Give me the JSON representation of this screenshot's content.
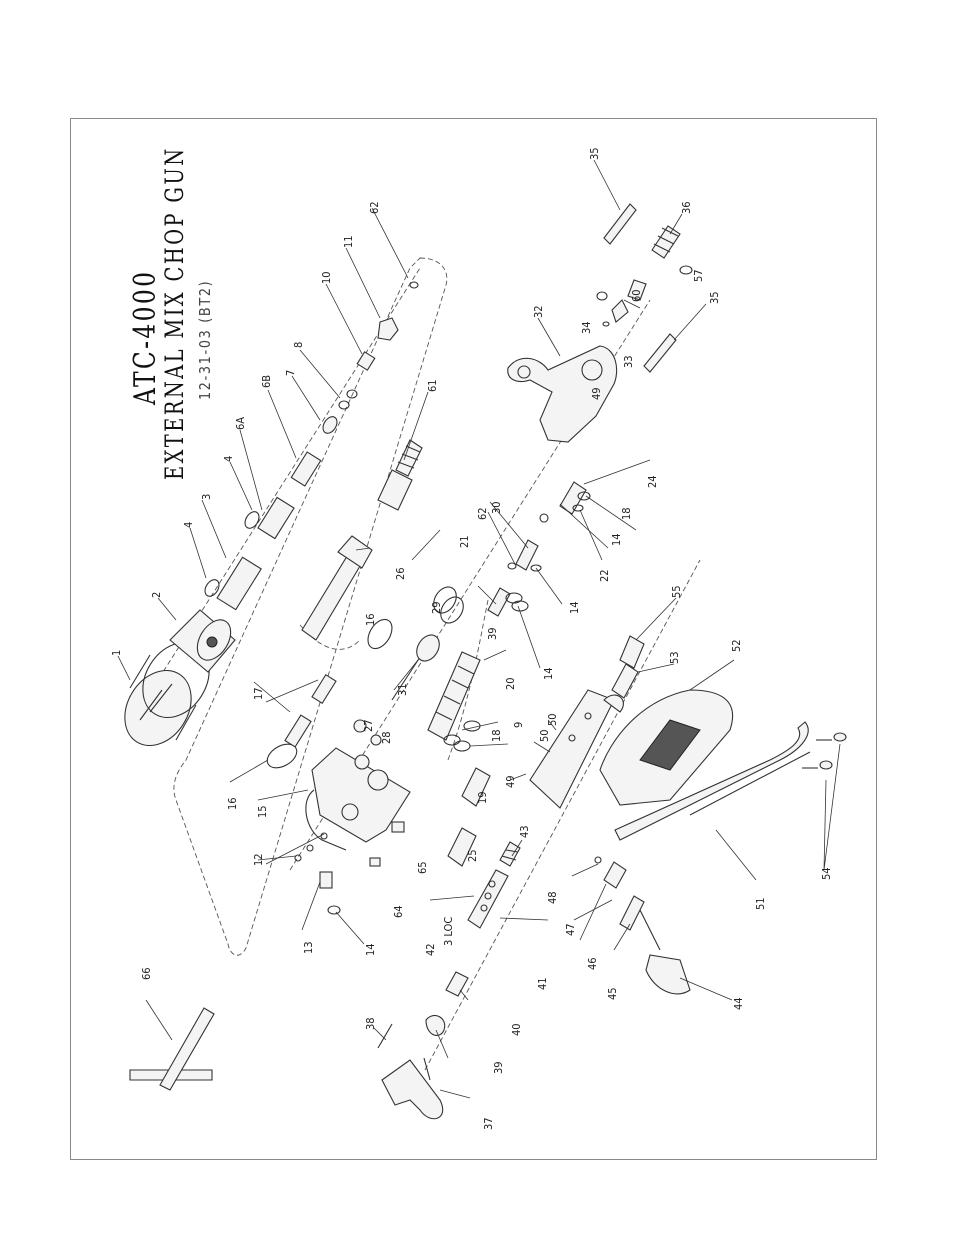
{
  "title": {
    "model": "ATC-4000",
    "name": "EXTERNAL MIX CHOP GUN",
    "date_rev": "12-31-03 (BT2)"
  },
  "callouts": [
    {
      "id": "c1",
      "text": "1"
    },
    {
      "id": "c2",
      "text": "2"
    },
    {
      "id": "c3",
      "text": "3"
    },
    {
      "id": "c4a",
      "text": "4"
    },
    {
      "id": "c4b",
      "text": "4"
    },
    {
      "id": "c6a",
      "text": "6A"
    },
    {
      "id": "c6b",
      "text": "6B"
    },
    {
      "id": "c7",
      "text": "7"
    },
    {
      "id": "c8",
      "text": "8"
    },
    {
      "id": "c9",
      "text": "9"
    },
    {
      "id": "c10",
      "text": "10"
    },
    {
      "id": "c11",
      "text": "11"
    },
    {
      "id": "c12",
      "text": "12"
    },
    {
      "id": "c13",
      "text": "13"
    },
    {
      "id": "c14a",
      "text": "14"
    },
    {
      "id": "c14b",
      "text": "14"
    },
    {
      "id": "c14c",
      "text": "14"
    },
    {
      "id": "c14d",
      "text": "14"
    },
    {
      "id": "c15",
      "text": "15"
    },
    {
      "id": "c16a",
      "text": "16"
    },
    {
      "id": "c16b",
      "text": "16"
    },
    {
      "id": "c17",
      "text": "17"
    },
    {
      "id": "c18a",
      "text": "18"
    },
    {
      "id": "c18b",
      "text": "18"
    },
    {
      "id": "c19",
      "text": "19"
    },
    {
      "id": "c20",
      "text": "20"
    },
    {
      "id": "c21",
      "text": "21"
    },
    {
      "id": "c22",
      "text": "22"
    },
    {
      "id": "c24",
      "text": "24"
    },
    {
      "id": "c25",
      "text": "25"
    },
    {
      "id": "c26",
      "text": "26"
    },
    {
      "id": "c27",
      "text": "27"
    },
    {
      "id": "c28",
      "text": "28"
    },
    {
      "id": "c29",
      "text": "29"
    },
    {
      "id": "c30",
      "text": "30"
    },
    {
      "id": "c31",
      "text": "31"
    },
    {
      "id": "c32",
      "text": "32"
    },
    {
      "id": "c33",
      "text": "33"
    },
    {
      "id": "c34",
      "text": "34"
    },
    {
      "id": "c35a",
      "text": "35"
    },
    {
      "id": "c35b",
      "text": "35"
    },
    {
      "id": "c36",
      "text": "36"
    },
    {
      "id": "c37",
      "text": "37"
    },
    {
      "id": "c38",
      "text": "38"
    },
    {
      "id": "c39a",
      "text": "39"
    },
    {
      "id": "c39b",
      "text": "39"
    },
    {
      "id": "c40",
      "text": "40"
    },
    {
      "id": "c41",
      "text": "41"
    },
    {
      "id": "c42",
      "text": "42"
    },
    {
      "id": "c42n",
      "text": "3 LOC"
    },
    {
      "id": "c43",
      "text": "43"
    },
    {
      "id": "c44",
      "text": "44"
    },
    {
      "id": "c45",
      "text": "45"
    },
    {
      "id": "c46",
      "text": "46"
    },
    {
      "id": "c47",
      "text": "47"
    },
    {
      "id": "c48",
      "text": "48"
    },
    {
      "id": "c49a",
      "text": "49"
    },
    {
      "id": "c49b",
      "text": "49"
    },
    {
      "id": "c50a",
      "text": "50"
    },
    {
      "id": "c50b",
      "text": "50"
    },
    {
      "id": "c51",
      "text": "51"
    },
    {
      "id": "c52",
      "text": "52"
    },
    {
      "id": "c53",
      "text": "53"
    },
    {
      "id": "c54",
      "text": "54"
    },
    {
      "id": "c55",
      "text": "55"
    },
    {
      "id": "c57",
      "text": "57"
    },
    {
      "id": "c60",
      "text": "60"
    },
    {
      "id": "c61",
      "text": "61"
    },
    {
      "id": "c62a",
      "text": "62"
    },
    {
      "id": "c62b",
      "text": "62"
    },
    {
      "id": "c64",
      "text": "64"
    },
    {
      "id": "c65",
      "text": "65"
    },
    {
      "id": "c66",
      "text": "66"
    }
  ]
}
